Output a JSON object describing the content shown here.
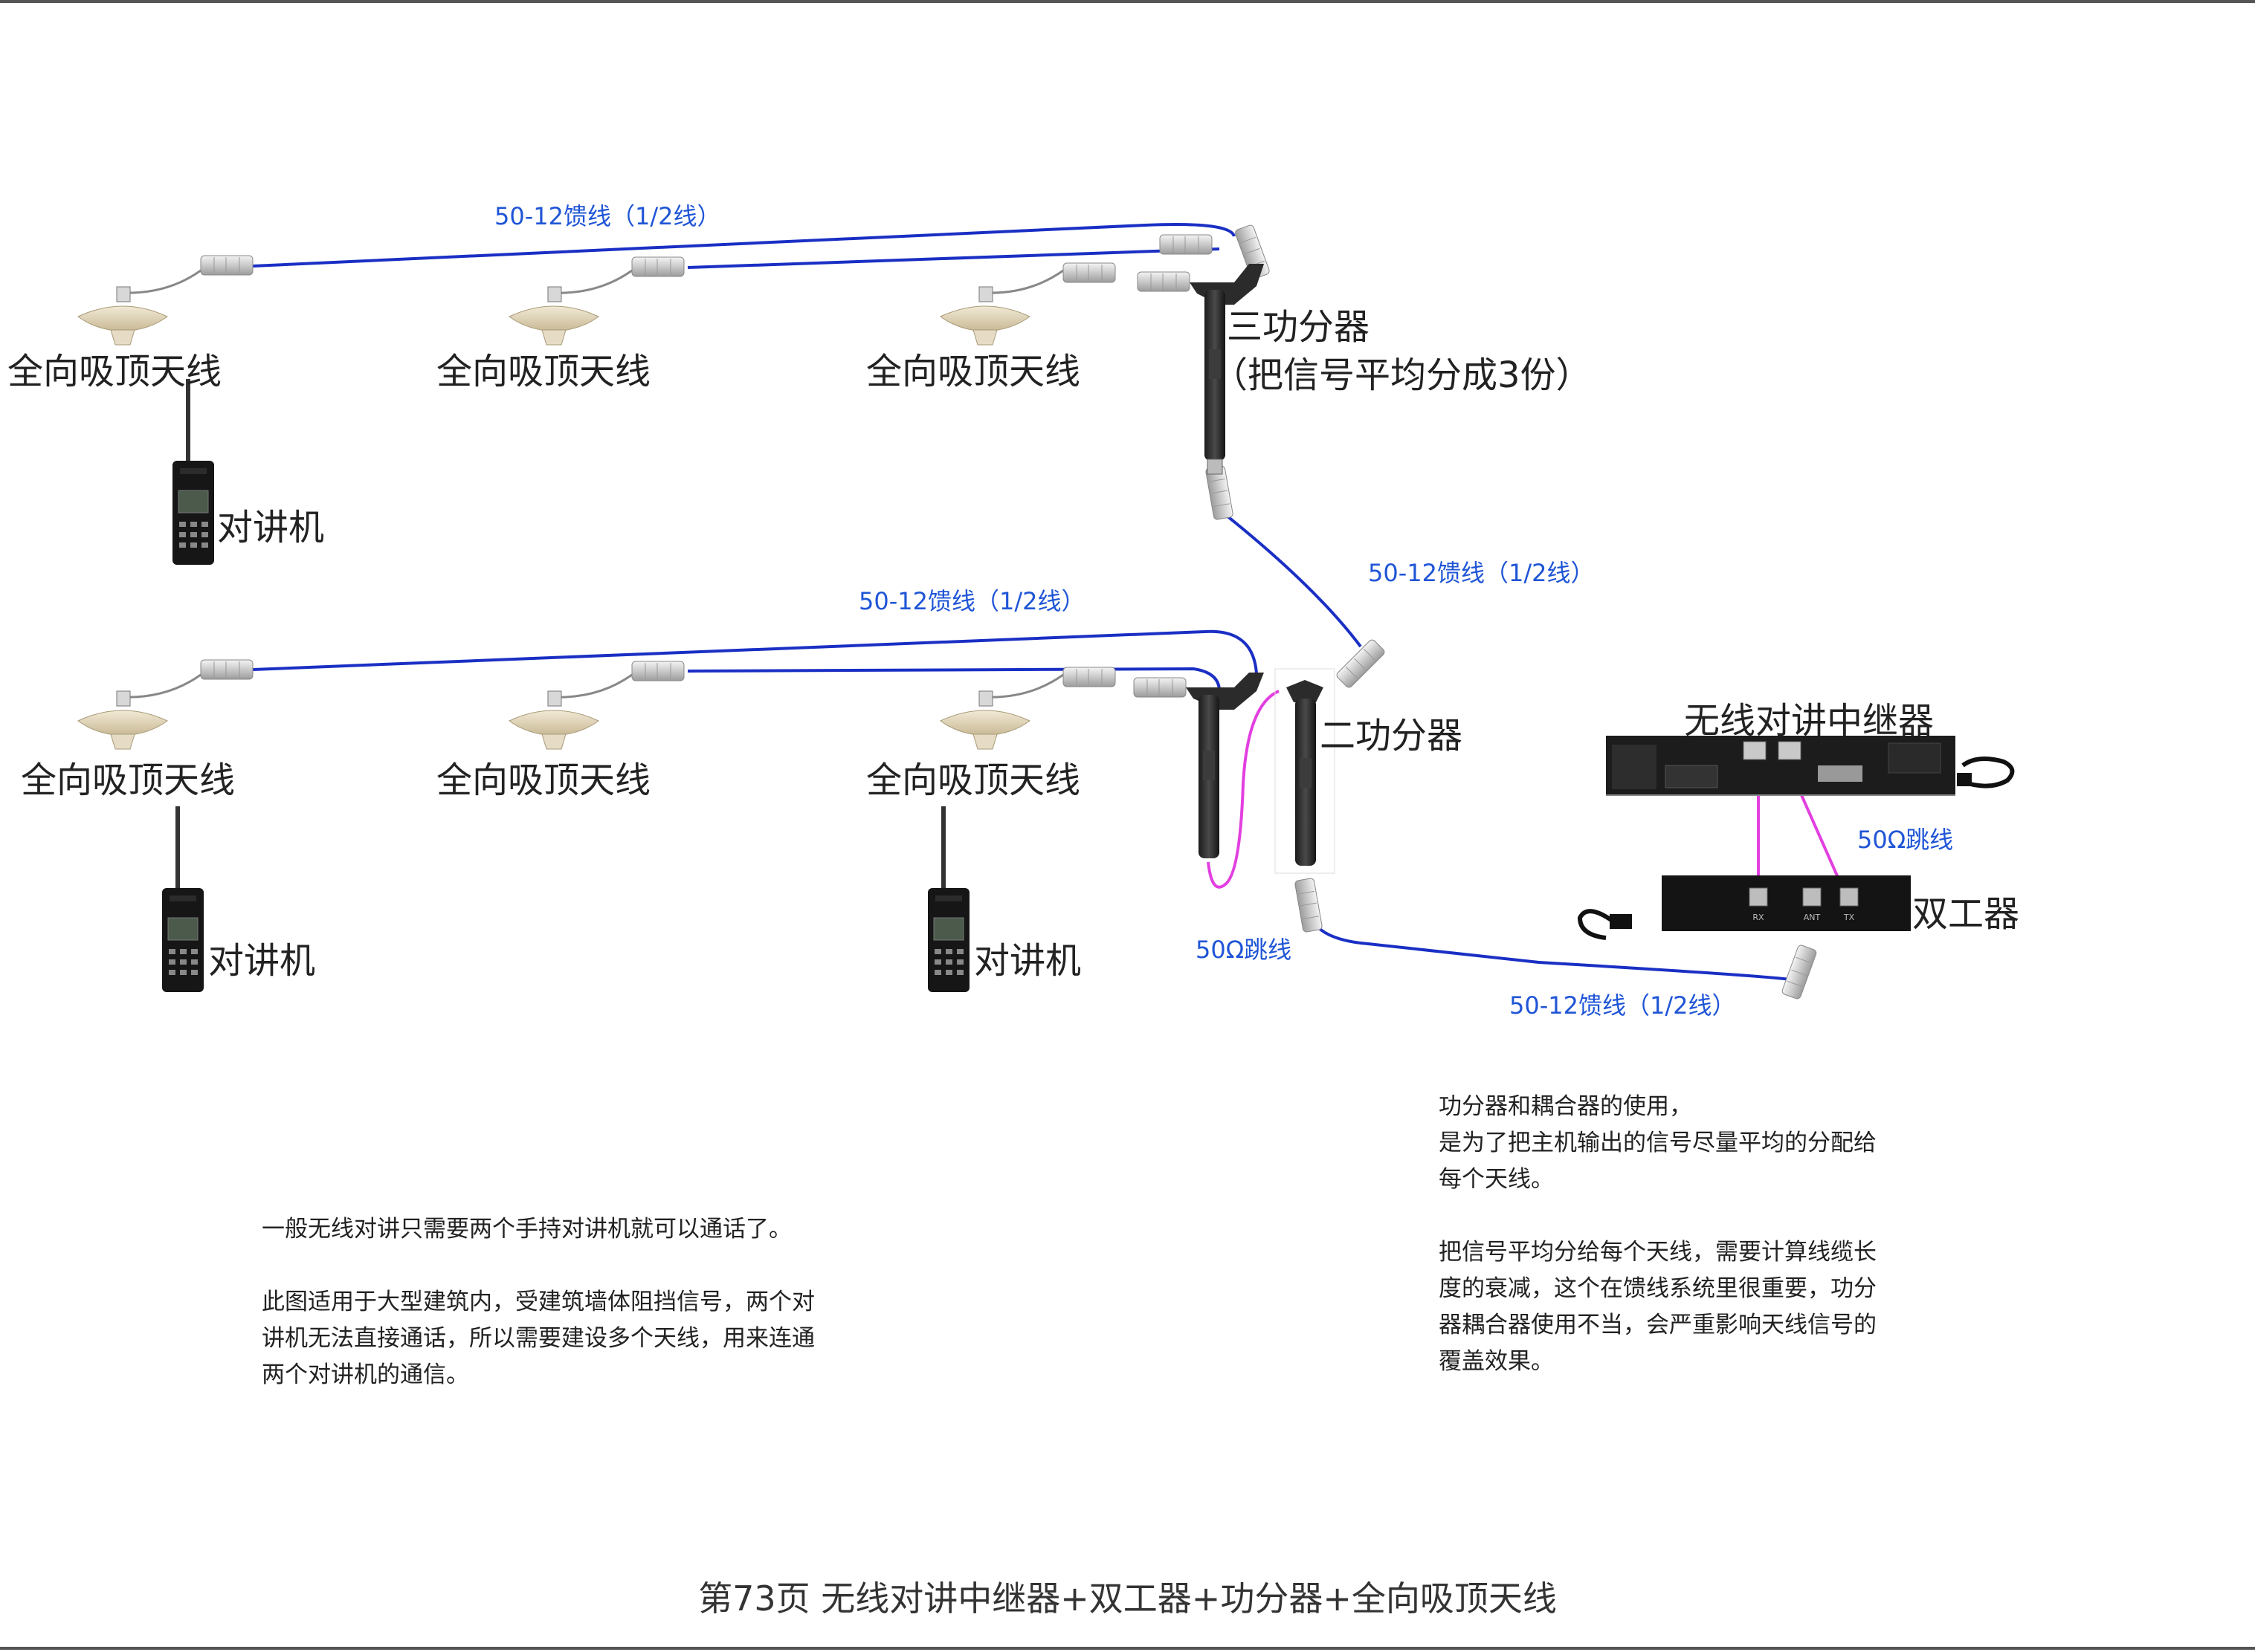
{
  "labels": {
    "antenna": "全向吸顶天线",
    "radio": "对讲机",
    "splitter3": "三功分器",
    "splitter3_note": "（把信号平均分成3份）",
    "splitter2": "二功分器",
    "repeater": "无线对讲中继器",
    "duplexer": "双工器",
    "feeder": "50-12馈线（1/2线）",
    "jumper": "50Ω跳线"
  },
  "port_labels": {
    "rx": "RX",
    "ant": "ANT",
    "tx": "TX"
  },
  "notes": {
    "left": "一般无线对讲只需要两个手持对讲机就可以通话了。\n\n此图适用于大型建筑内，受建筑墙体阻挡信号，两个对\n讲机无法直接通话，所以需要建设多个天线，用来连通\n两个对讲机的通信。",
    "right": "功分器和耦合器的使用，\n是为了把主机输出的信号尽量平均的分配给\n每个天线。\n\n把信号平均分给每个天线，需要计算线缆长\n度的衰减，这个在馈线系统里很重要，功分\n器耦合器使用不当，会严重影响天线信号的\n覆盖效果。"
  },
  "footer": "第73页  无线对讲中继器+双工器+功分器+全向吸顶天线",
  "colors": {
    "feeder": "#1a2fc4",
    "jumper": "#e23fe0",
    "label_blue": "#1f55d6"
  }
}
